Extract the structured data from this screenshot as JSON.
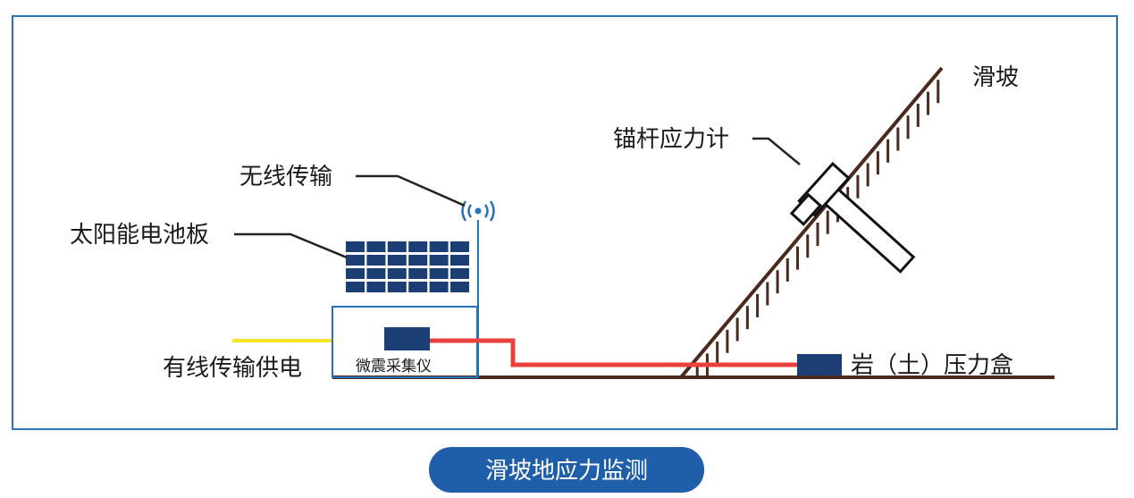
{
  "labels": {
    "wireless": "无线传输",
    "solar_panel": "太阳能电池板",
    "wired_power": "有线传输供电",
    "seismic_collector": "微震采集仪",
    "anchor_gauge": "锚杆应力计",
    "landslide": "滑坡",
    "pressure_box": "岩（土）压力盒"
  },
  "caption": "滑坡地应力监测",
  "colors": {
    "frame": "#2a72b8",
    "caption_bg": "#1f5ea8",
    "device": "#1b3f74",
    "cable": "#e8403a",
    "power_line": "#f5e52a",
    "ground": "#4a2a1c",
    "slope": "#4a2a1c",
    "leader": "#222222"
  }
}
